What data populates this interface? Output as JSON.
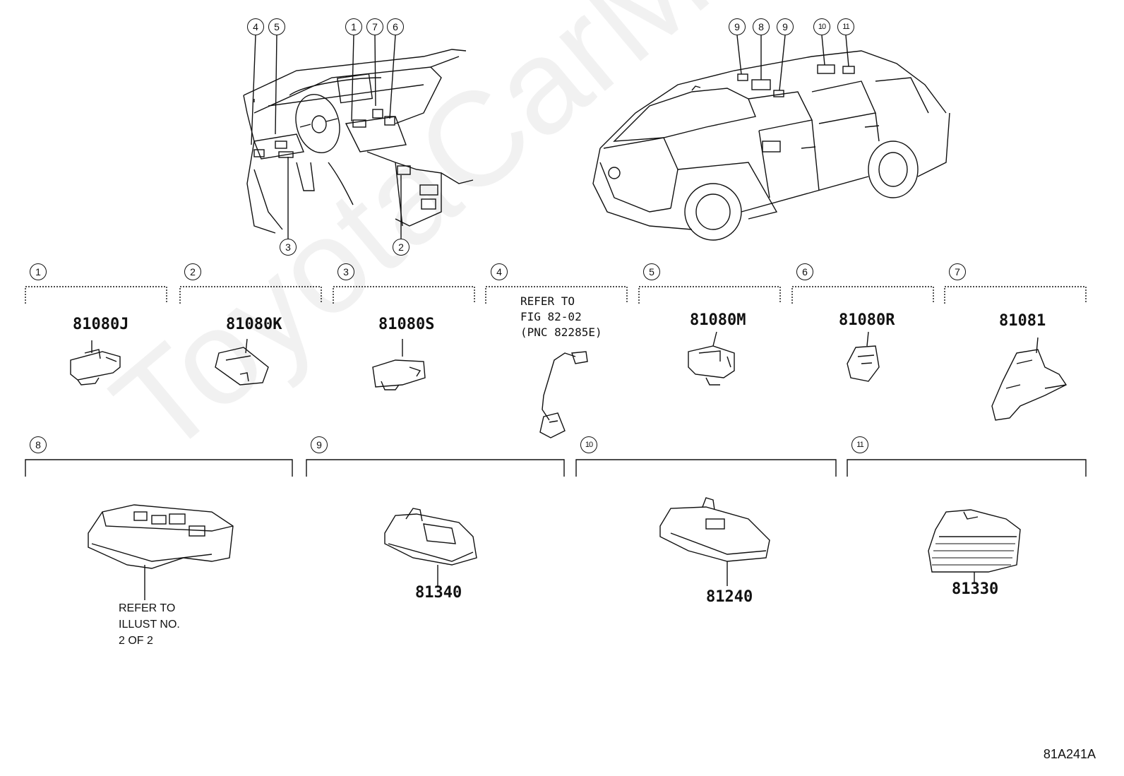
{
  "watermark": "ToyotaCarMine.ru",
  "diagram_code": "81A241A",
  "callouts": {
    "c1": "1",
    "c2": "2",
    "c3": "3",
    "c4": "4",
    "c5": "5",
    "c6": "6",
    "c7": "7",
    "c8": "8",
    "c9": "9",
    "c10": "10",
    "c11": "11"
  },
  "parts": {
    "p1": "81080J",
    "p2": "81080K",
    "p3": "81080S",
    "p5": "81080M",
    "p6": "81080R",
    "p7": "81081",
    "p9": "81340",
    "p10": "81240",
    "p11": "81330"
  },
  "notes": {
    "refer_fig": "REFER TO\nFIG 82-02\n(PNC 82285E)",
    "refer_illust": "REFER TO\nILLUST NO.\n2 OF 2"
  }
}
